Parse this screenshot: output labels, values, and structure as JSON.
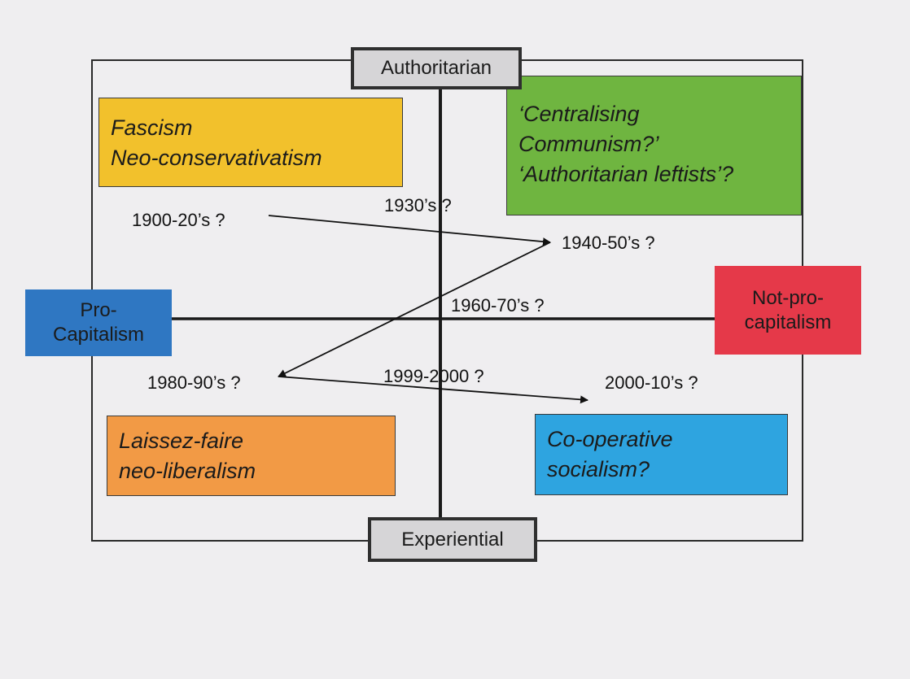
{
  "axes": {
    "top": "Authoritarian",
    "bottom": "Experiential",
    "left": [
      "Pro-",
      "Capitalism"
    ],
    "right": [
      "Not-pro-",
      "capitalism"
    ]
  },
  "quadrants": {
    "top_left": [
      "Fascism",
      "Neo-conservativatism"
    ],
    "top_right": [
      "‘Centralising",
      "Communism?’",
      "‘Authoritarian leftists’?"
    ],
    "bottom_left": [
      "Laissez-faire",
      "neo-liberalism"
    ],
    "bottom_right": [
      "Co-operative",
      "socialism?"
    ]
  },
  "eras": {
    "e1900": "1900-20’s ?",
    "e1930": "1930’s ?",
    "e1940": "1940-50’s ?",
    "e1960": "1960-70’s ?",
    "e1980": "1980-90’s ?",
    "e1999": "1999-2000 ?",
    "e2000": "2000-10’s ?"
  },
  "colors": {
    "background": "#efeef0",
    "top_left_fill": "#f2c12c",
    "top_right_fill": "#6fb540",
    "bottom_left_fill": "#f29a45",
    "bottom_right_fill": "#2ea4e0",
    "left_label_fill": "#2f77c2",
    "right_label_fill": "#e53949",
    "axis_label_fill": "#d6d5d7"
  }
}
